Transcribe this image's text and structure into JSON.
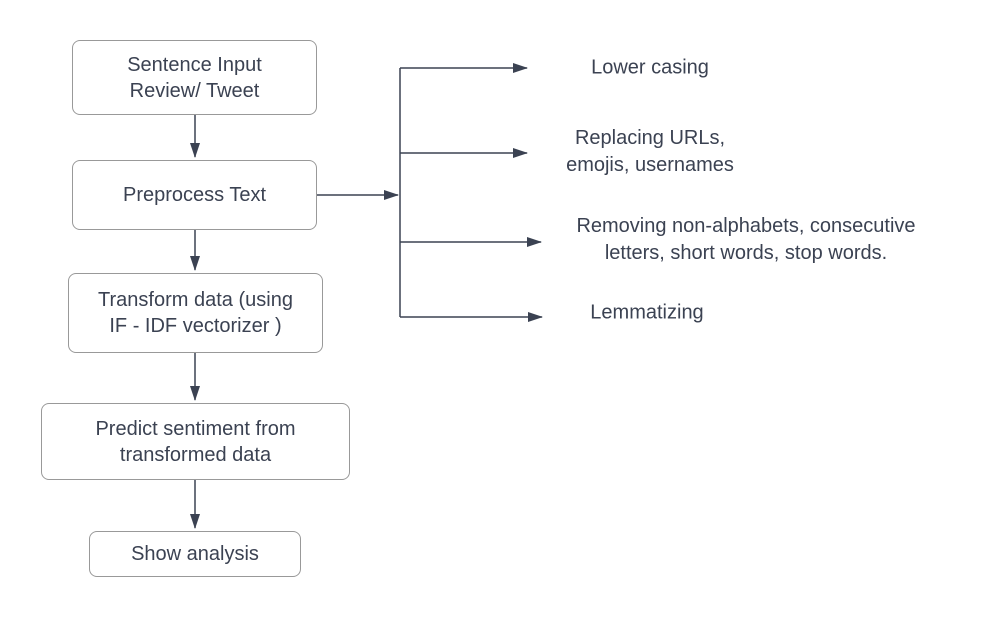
{
  "colors": {
    "background": "#ffffff",
    "node_fill": "#ffffff",
    "node_border": "#999999",
    "connector": "#3b4252",
    "text": "#3b4252"
  },
  "flowchart": {
    "nodes": [
      {
        "label": "Sentence Input\nReview/ Tweet"
      },
      {
        "label": "Preprocess Text"
      },
      {
        "label": "Transform data (using\nIF - IDF vectorizer )"
      },
      {
        "label": "Predict sentiment from\ntransformed data"
      },
      {
        "label": "Show analysis"
      }
    ],
    "preprocess_steps": [
      {
        "label": "Lower casing"
      },
      {
        "label": "Replacing URLs,\nemojis, usernames"
      },
      {
        "label": "Removing non-alphabets, consecutive\nletters, short words, stop words."
      },
      {
        "label": "Lemmatizing"
      }
    ]
  }
}
